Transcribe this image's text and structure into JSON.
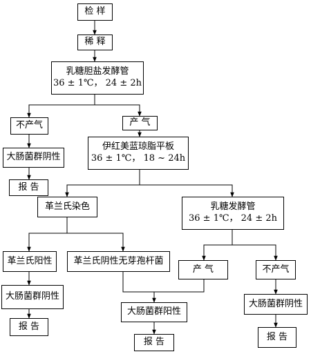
{
  "nodes": {
    "inspect": {
      "text": "检 样"
    },
    "dilute": {
      "text": "稀 释"
    },
    "lactose_bile": {
      "line1": "乳糖胆盐发酵管",
      "line2": "36 ± 1℃， 24 ± 2h"
    },
    "no_gas_1": {
      "text": "不产气"
    },
    "gas_1": {
      "text": "产 气"
    },
    "coliform_neg_1": {
      "text": "大肠菌群阴性"
    },
    "report_1": {
      "text": "报 告"
    },
    "emb_agar": {
      "line1": "伊红美蓝琼脂平板",
      "line2": "36 ± 1℃， 18 ~ 24h"
    },
    "gram_stain": {
      "text": "革兰氏染色"
    },
    "lactose_ferment": {
      "line1": "乳糖发酵管",
      "line2": "36 ± 1℃， 24 ± 2h"
    },
    "gram_pos": {
      "text": "革兰氏阳性"
    },
    "gram_neg_rod": {
      "text": "革兰氏阴性无芽孢杆菌"
    },
    "gas_2": {
      "text": "产 气"
    },
    "no_gas_2": {
      "text": "不产气"
    },
    "coliform_neg_2": {
      "text": "大肠菌群阴性"
    },
    "coliform_pos": {
      "text": "大肠菌群阳性"
    },
    "coliform_neg_3": {
      "text": "大肠菌群阴性"
    },
    "report_2": {
      "text": "报 告"
    },
    "report_3": {
      "text": "报 告"
    },
    "report_4": {
      "text": "报 告"
    }
  },
  "colors": {
    "line": "#000000",
    "box_border": "#000000",
    "background": "#ffffff"
  }
}
